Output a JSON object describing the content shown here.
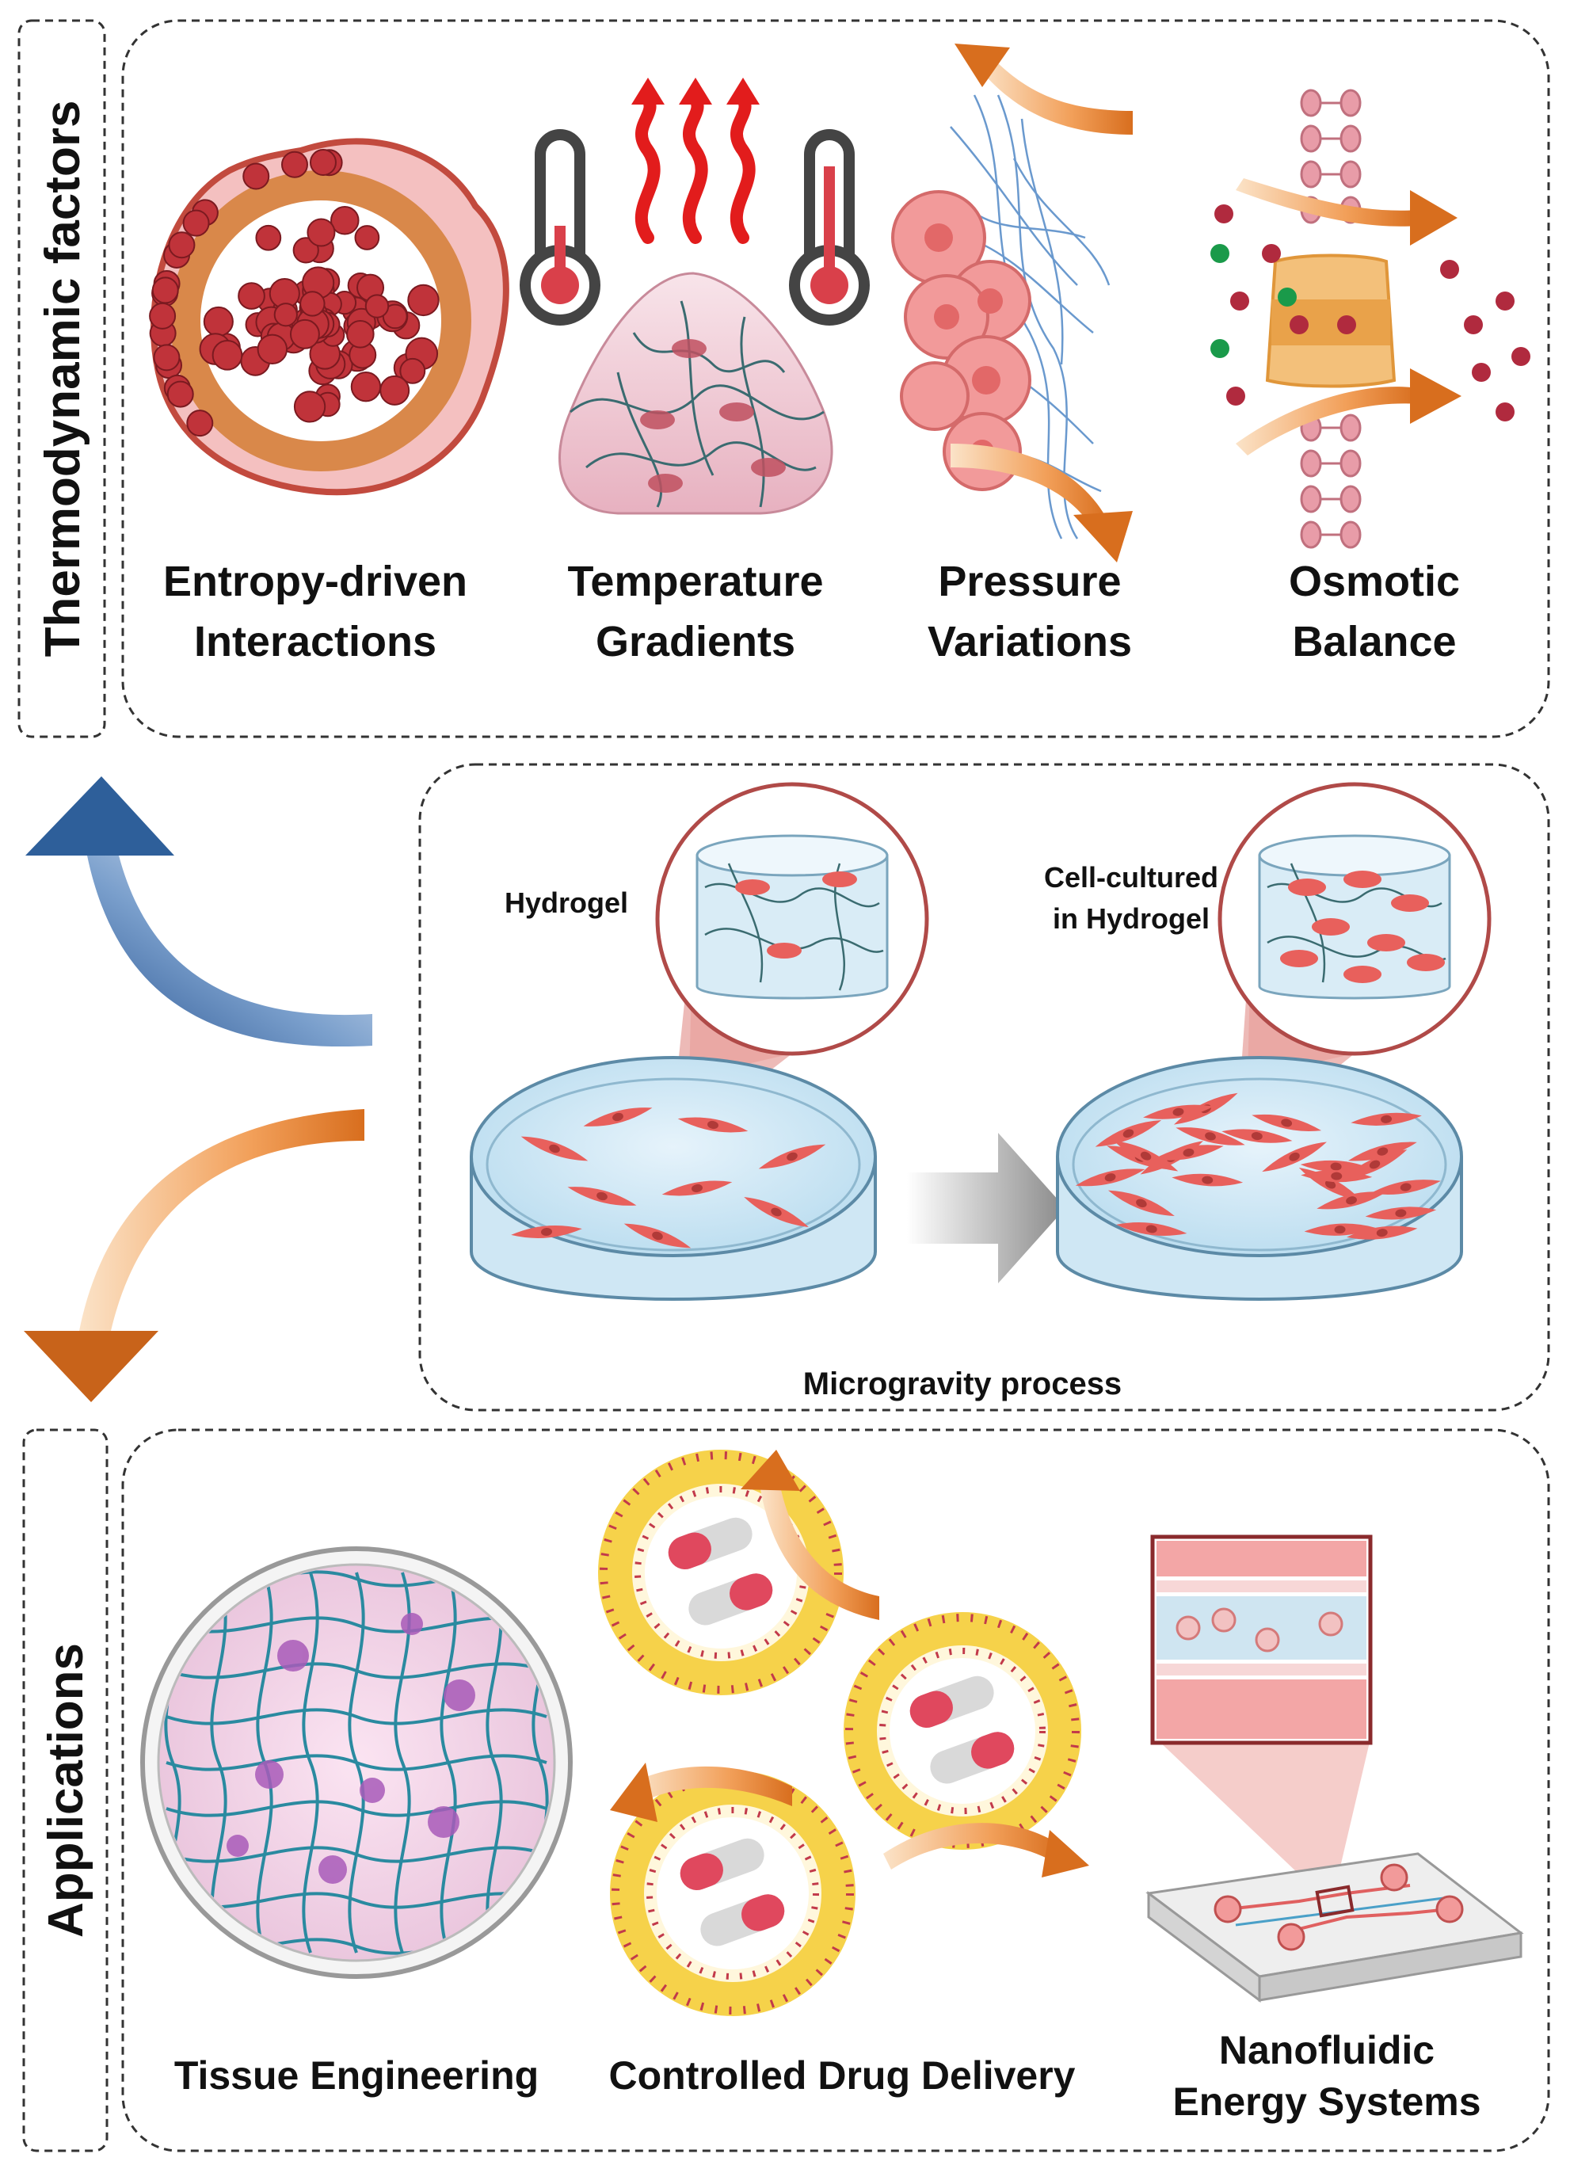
{
  "sections": {
    "thermo": {
      "title": "Thermodynamic factors",
      "items": [
        {
          "line1": "Entropy-driven",
          "line2": "Interactions"
        },
        {
          "line1": "Temperature",
          "line2": "Gradients"
        },
        {
          "line1": "Pressure",
          "line2": "Variations"
        },
        {
          "line1": "Osmotic",
          "line2": "Balance"
        }
      ]
    },
    "process": {
      "hydrogel_label": "Hydrogel",
      "cell_label_line1": "Cell-cultured",
      "cell_label_line2": "in Hydrogel",
      "caption": "Microgravity process"
    },
    "applications": {
      "title": "Applications",
      "items": [
        {
          "line1": "Tissue Engineering",
          "line2": ""
        },
        {
          "line1": "Controlled Drug Delivery",
          "line2": ""
        },
        {
          "line1": "Nanofluidic",
          "line2": "Energy Systems"
        }
      ]
    }
  },
  "colors": {
    "orange": "#e07a2a",
    "blue": "#2e5f9a",
    "cell_red": "#e8605c",
    "dark_red": "#b2262c",
    "hydrogel_teal": "#3a7f8a",
    "membrane_yellow": "#f2b43a",
    "membrane_red": "#c23a4a"
  }
}
